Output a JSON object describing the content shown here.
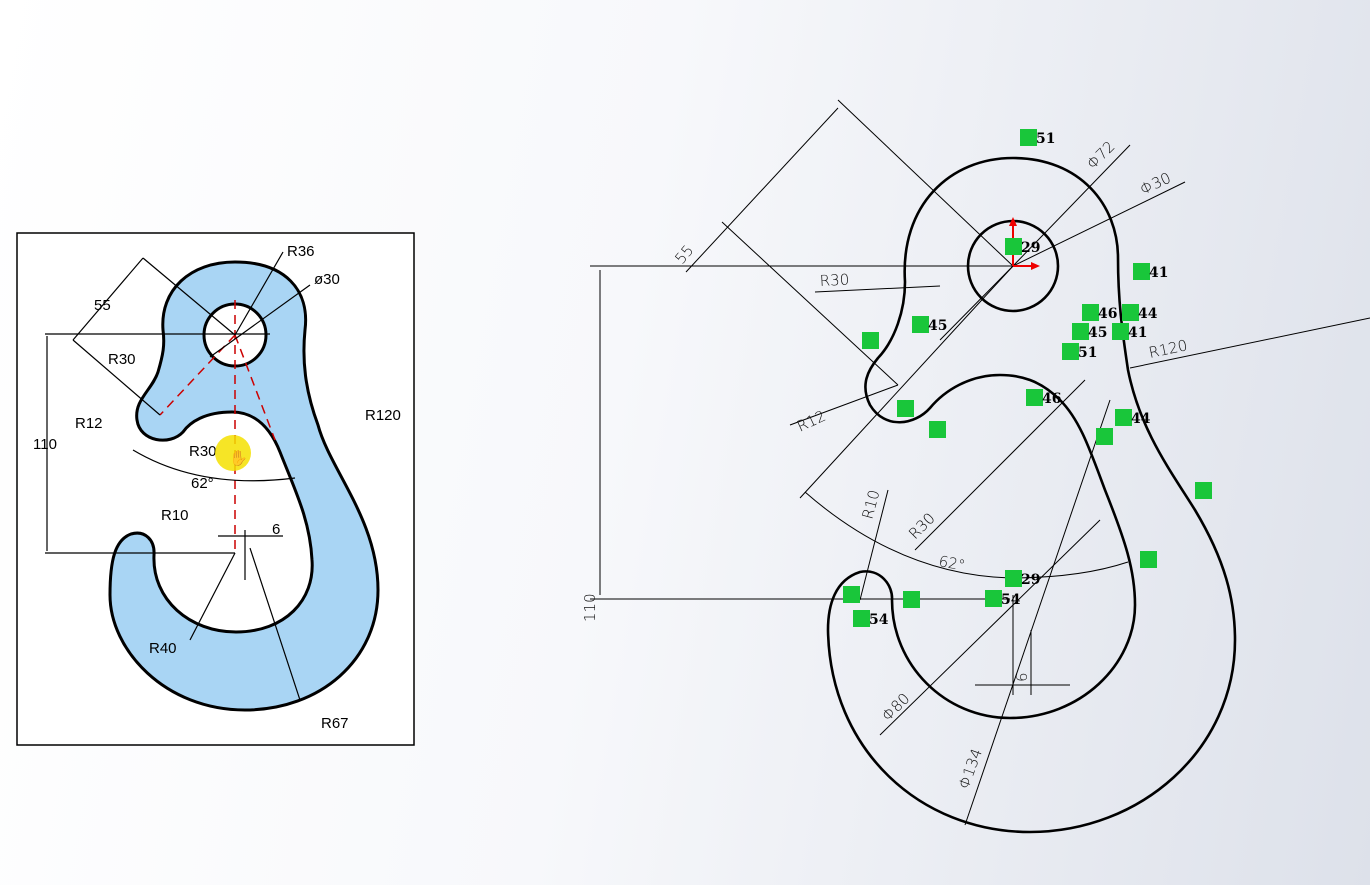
{
  "reference_drawing": {
    "labels": {
      "r36": "R36",
      "d30": "ø30",
      "d55": "55",
      "r30_outer": "R30",
      "r12": "R12",
      "d110": "110",
      "r30_inner": "R30",
      "angle": "62°",
      "r10": "R10",
      "d6": "6",
      "r120": "R120",
      "r40": "R40",
      "r67": "R67"
    },
    "fill_color": "#a9d5f4",
    "centerline_color": "#cc0000"
  },
  "sketch": {
    "dimensions": {
      "d55": "55",
      "r30_outer": "R30",
      "r12": "R12",
      "r10": "R10",
      "r30_inner": "R30",
      "angle": "62°",
      "phi72": "Φ72",
      "phi30": "Φ30",
      "r120": "R120",
      "phi80": "Φ80",
      "phi134": "Φ134",
      "d6": "6",
      "d110": "110"
    },
    "relations": [
      "51",
      "29",
      "41",
      "46",
      "44",
      "45",
      "41",
      "51",
      "45",
      "46",
      "44",
      "29",
      "54",
      "54"
    ],
    "relation_color": "#19c63a"
  }
}
